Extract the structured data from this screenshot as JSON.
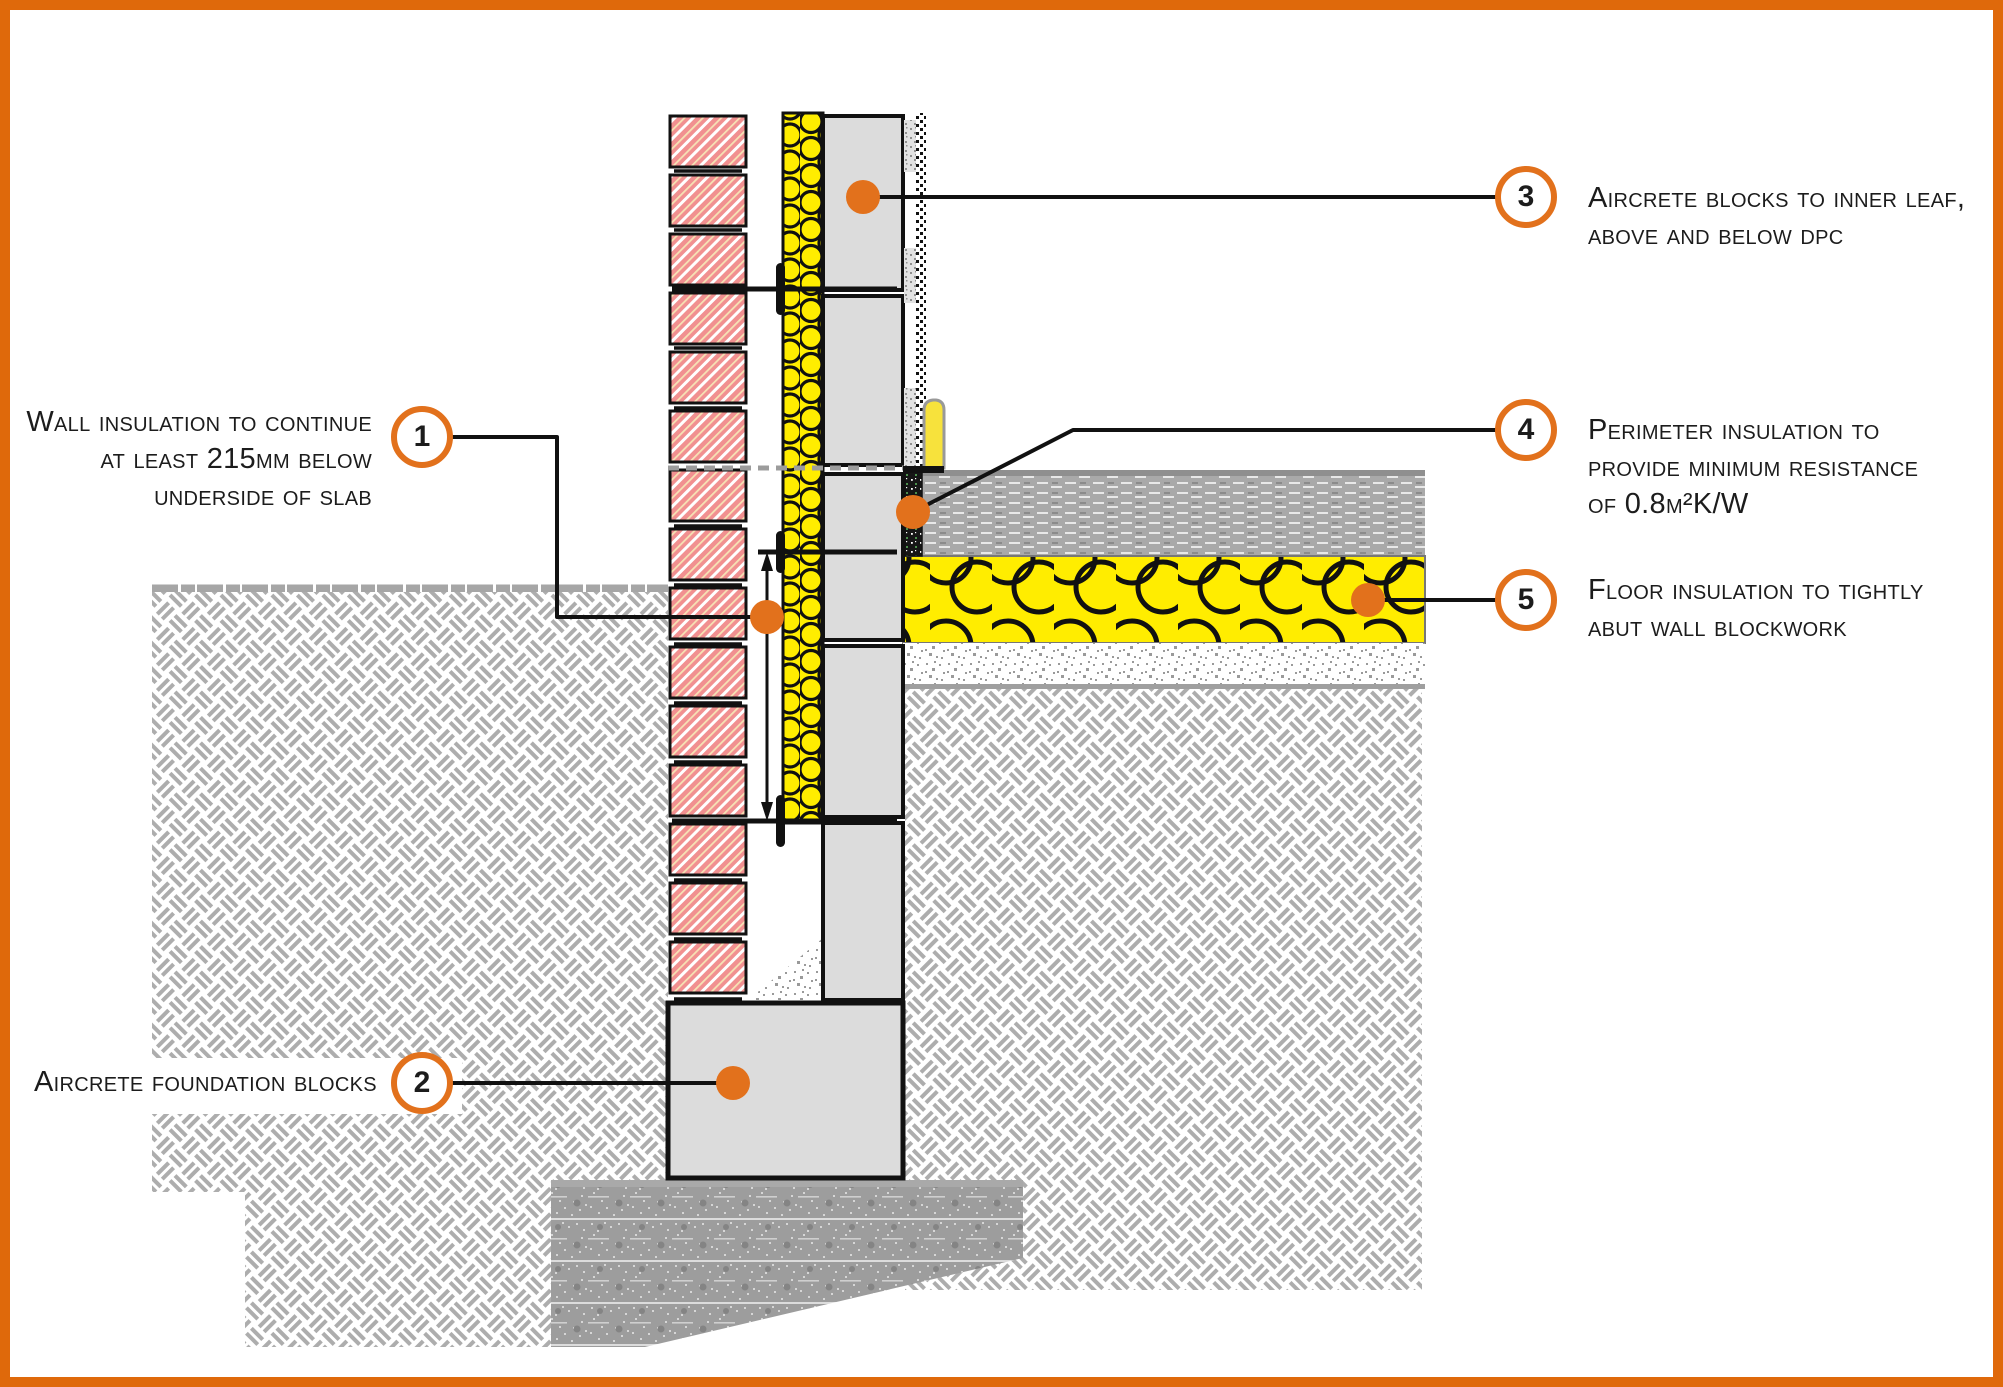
{
  "diagram": {
    "kind": "construction-detail",
    "subject": "wall and foundation junction with floor insulation"
  },
  "callouts": [
    {
      "number": "1",
      "side": "left",
      "lines": [
        "Wall insulation to continue",
        "at least 215mm below",
        "underside of slab"
      ]
    },
    {
      "number": "2",
      "side": "left",
      "lines": [
        "Aircrete foundation blocks"
      ]
    },
    {
      "number": "3",
      "side": "right",
      "lines": [
        "Aircrete blocks to inner leaf,",
        "above and below dpc"
      ]
    },
    {
      "number": "4",
      "side": "right",
      "lines": [
        "Perimeter insulation to",
        "provide minimum resistance",
        "of 0.8m²K/W"
      ]
    },
    {
      "number": "5",
      "side": "right",
      "lines": [
        "Floor insulation to tightly",
        "abut wall blockwork"
      ]
    }
  ],
  "colors": {
    "frame_orange": "#DF690B",
    "accent_orange": "#E2711C",
    "brick_pink": "#F19090",
    "insulation_yellow": "#FFED00",
    "block_grey": "#DCDCDC",
    "screed_grey": "#A9A9A9",
    "ground_hatch_grey": "#ADADAD",
    "line_black": "#111111"
  }
}
